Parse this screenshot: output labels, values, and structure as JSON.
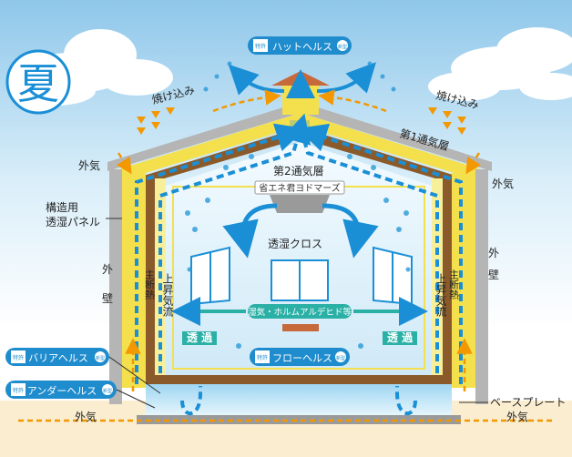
{
  "season": "夏",
  "labels": {
    "outside_air": "外気",
    "hat_health": "ハットヘルス",
    "hat_badge": "特許",
    "badge_text": "新型",
    "roof_heat_left": "焼け込み",
    "roof_heat_right": "焼け込み",
    "first_vent": "第1通気層",
    "second_vent": "第2通気層",
    "energy_saver": "省エネ君ヨドマーズ",
    "panel": "構造用\n透湿パネル",
    "outer_wall_1": "外",
    "outer_wall_2": "壁",
    "cross": "透湿クロス",
    "updraft": "上昇気流",
    "insulation": "主断熱",
    "dehumid": "湿気・ホルムアルデヒド等",
    "permeate": "透 過",
    "floor_health": "フローヘルス",
    "barrier_health": "バリアヘルス",
    "under_health": "アンダーヘルス",
    "base_plate": "ベースプレート"
  },
  "colors": {
    "sky_top": "#8fc7ea",
    "house_yellow": "#f4e04d",
    "flow_blue": "#1a8fd6",
    "heat_orange": "#f39800",
    "badge_blue": "#1f8ccd"
  },
  "icons": {
    "patent_badge": "patent-icon",
    "new_badge": "new-badge-icon"
  }
}
